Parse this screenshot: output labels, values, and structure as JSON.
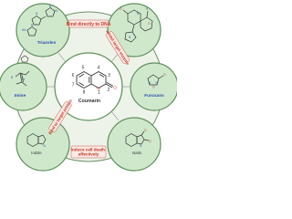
{
  "center": {
    "title": "Coumarin",
    "atom_numbers": [
      "5",
      "4",
      "6",
      "3",
      "7",
      "2",
      "8",
      "1"
    ],
    "ring_oxygen": "O",
    "carbonyl_oxygen": "O"
  },
  "mechanisms": {
    "top": "Bind directly to DNA",
    "left": "Bind to target protein",
    "right": "Inhibit target enzyme",
    "bottom": "Induce cell death effectively"
  },
  "hybrids": {
    "triazoles": "Triazoles",
    "furoxans": "Furoxans",
    "imine": "Imine",
    "indole": "Indole",
    "isatin": "Isatin"
  },
  "colors": {
    "ring_fill": "#eef3ea",
    "ring_stroke": "#6f8f6a",
    "satellite_fill": "#cfe8cc",
    "satellite_stroke": "#5e8f5a",
    "center_fill": "#ffffff",
    "center_stroke": "#5e8f5a",
    "label_red": "#c0392b",
    "label_box": "#fbe9e3",
    "ink": "#333333",
    "nitrogen": "#2f4fb0",
    "oxygen": "#c0392b"
  }
}
